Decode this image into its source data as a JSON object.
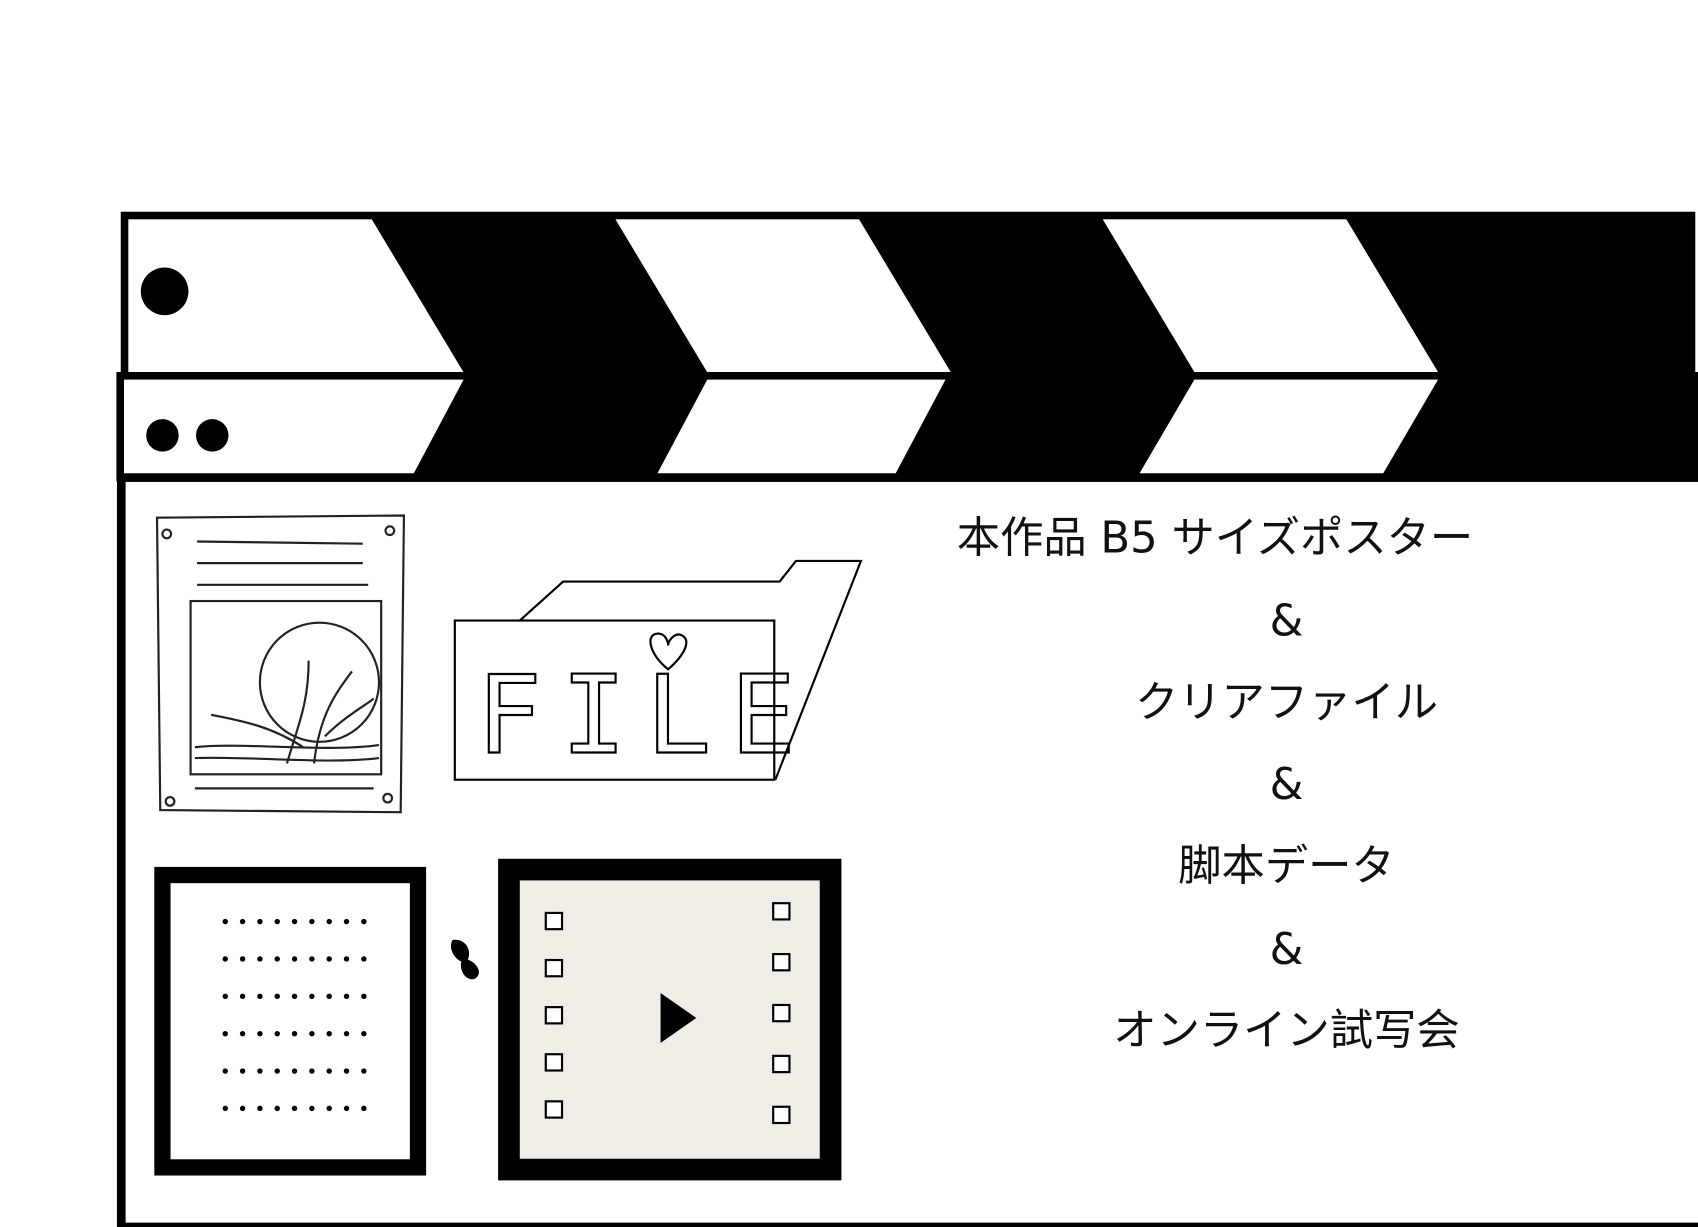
{
  "content": {
    "lines": [
      "本作品 B5 サイズポスター",
      "&",
      "クリアファイル",
      "&",
      "脚本データ",
      "&",
      "オンライン試写会"
    ],
    "file_label": "FILE"
  },
  "icons": [
    "poster-icon",
    "folder-icon",
    "script-icon",
    "pen-nib-icon",
    "film-play-icon"
  ],
  "colors": {
    "ink": "#000000",
    "paper": "#ffffff",
    "film_bg": "#f0ede6"
  }
}
